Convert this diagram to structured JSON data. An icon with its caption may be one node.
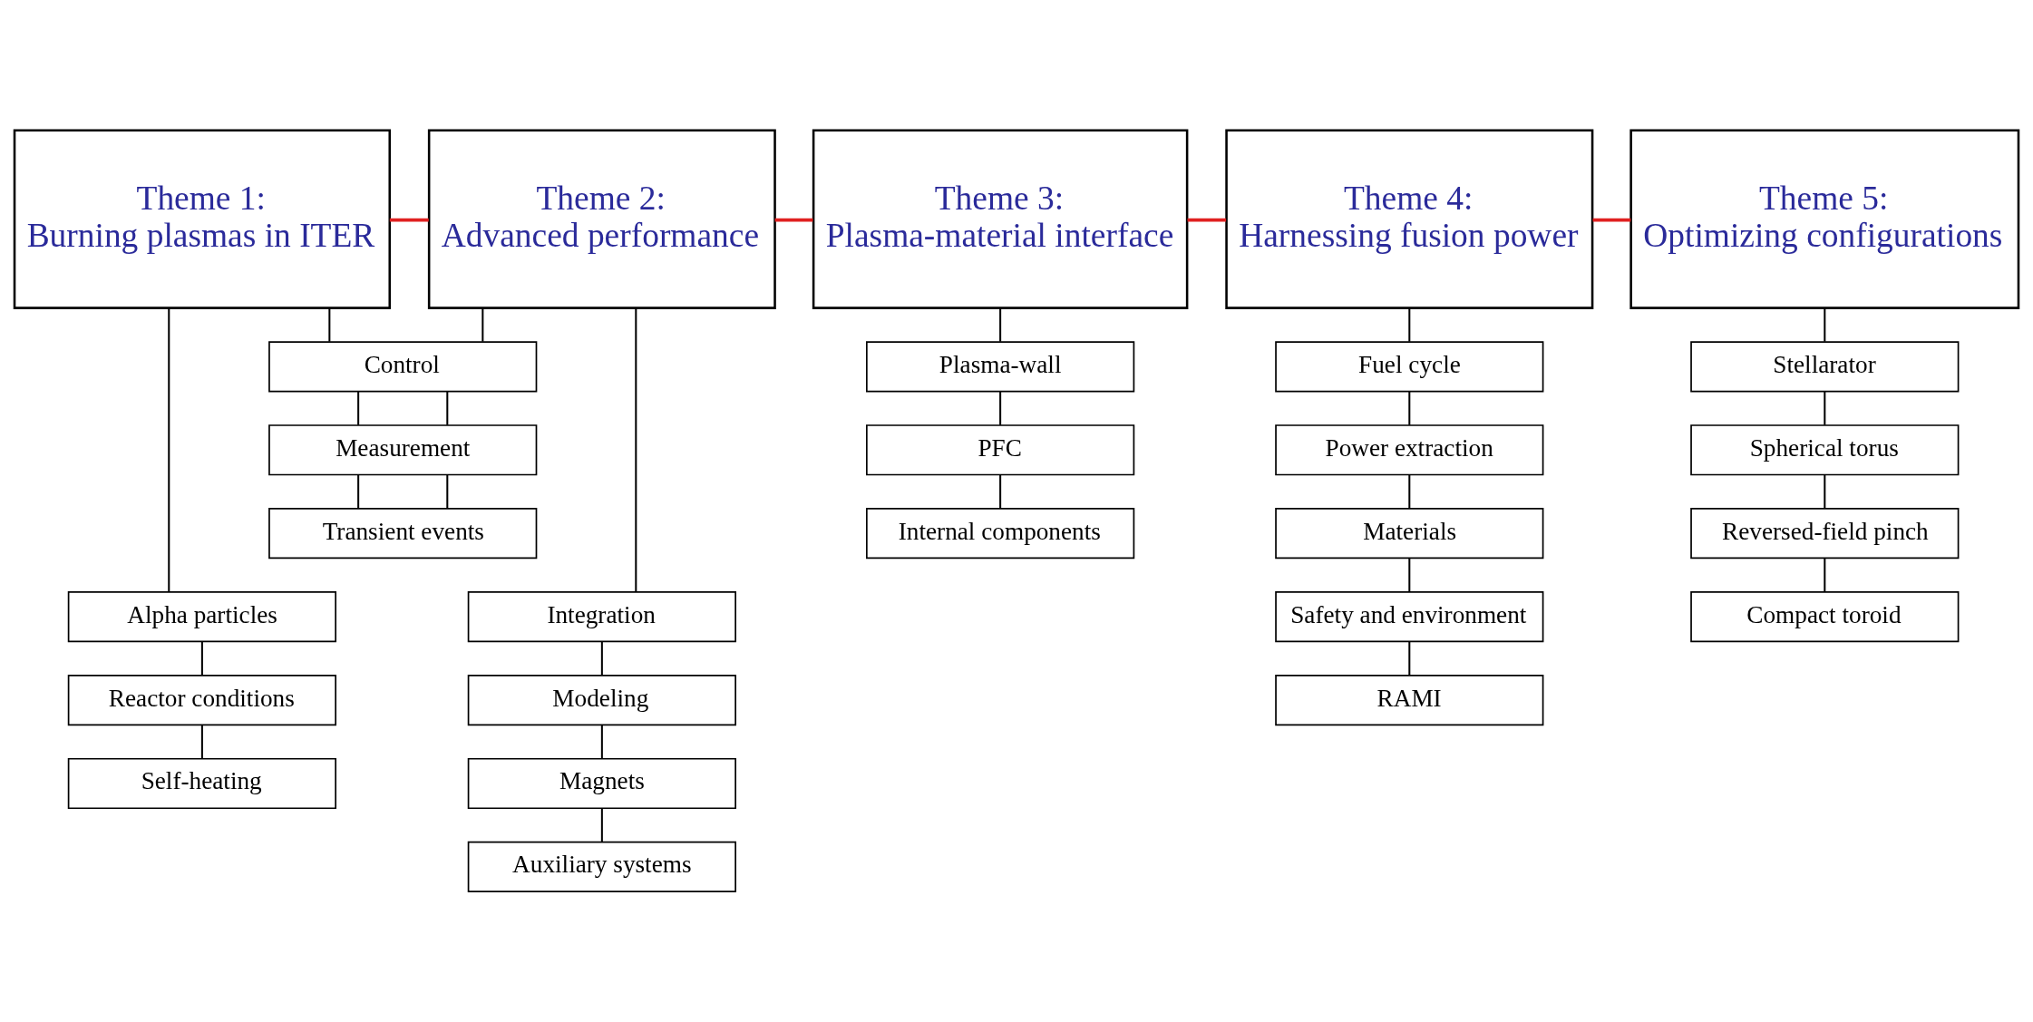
{
  "diagram": {
    "nodes": [
      {
        "text": [
          "Theme 1:",
          "Burning plasmas in ITER"
        ]
      },
      {
        "text": [
          "Theme 2:",
          "Advanced performance"
        ]
      },
      {
        "text": [
          "Theme 3:",
          "Plasma-material interface"
        ]
      },
      {
        "text": [
          "Theme 4:",
          "Harnessing fusion power"
        ]
      },
      {
        "text": [
          "Theme 5:",
          "Optimizing configurations"
        ]
      },
      {
        "text": [
          "Control"
        ]
      },
      {
        "text": [
          "Measurement"
        ]
      },
      {
        "text": [
          "Transient events"
        ]
      },
      {
        "text": [
          "Alpha particles"
        ]
      },
      {
        "text": [
          "Reactor conditions"
        ]
      },
      {
        "text": [
          "Self-heating"
        ]
      },
      {
        "text": [
          "Integration"
        ]
      },
      {
        "text": [
          "Modeling"
        ]
      },
      {
        "text": [
          "Magnets"
        ]
      },
      {
        "text": [
          "Auxiliary systems"
        ]
      },
      {
        "text": [
          "Plasma-wall"
        ]
      },
      {
        "text": [
          "PFC"
        ]
      },
      {
        "text": [
          "Internal components"
        ]
      },
      {
        "text": [
          "Fuel cycle"
        ]
      },
      {
        "text": [
          "Power extraction"
        ]
      },
      {
        "text": [
          "Materials"
        ]
      },
      {
        "text": [
          "Safety and environment"
        ]
      },
      {
        "text": [
          "RAMI"
        ]
      },
      {
        "text": [
          "Stellarator"
        ]
      },
      {
        "text": [
          "Spherical torus"
        ]
      },
      {
        "text": [
          "Reversed-field pinch"
        ]
      },
      {
        "text": [
          "Compact toroid"
        ]
      }
    ],
    "edges": [
      {
        "from": 0,
        "to": 1,
        "arrow": "none",
        "color": "#e02020"
      },
      {
        "from": 1,
        "to": 2,
        "arrow": "none",
        "color": "#e02020"
      },
      {
        "from": 2,
        "to": 3,
        "arrow": "none",
        "color": "#e02020"
      },
      {
        "from": 3,
        "to": 4,
        "arrow": "none",
        "color": "#e02020"
      },
      {
        "from": 0,
        "to": 5,
        "arrow": "none"
      },
      {
        "from": 1,
        "to": 5,
        "arrow": "none"
      },
      {
        "from": 5,
        "to": 6,
        "arrow": "none"
      },
      {
        "from": 5,
        "to": 6,
        "arrow": "none"
      },
      {
        "from": 6,
        "to": 7,
        "arrow": "none"
      },
      {
        "from": 6,
        "to": 7,
        "arrow": "none"
      },
      {
        "from": 0,
        "to": 8,
        "arrow": "none"
      },
      {
        "from": 8,
        "to": 9,
        "arrow": "none"
      },
      {
        "from": 9,
        "to": 10,
        "arrow": "none"
      },
      {
        "from": 1,
        "to": 11,
        "arrow": "none"
      },
      {
        "from": 11,
        "to": 12,
        "arrow": "none"
      },
      {
        "from": 12,
        "to": 13,
        "arrow": "none"
      },
      {
        "from": 13,
        "to": 14,
        "arrow": "none"
      },
      {
        "from": 2,
        "to": 15,
        "arrow": "none"
      },
      {
        "from": 15,
        "to": 16,
        "arrow": "none"
      },
      {
        "from": 16,
        "to": 17,
        "arrow": "none"
      },
      {
        "from": 3,
        "to": 18,
        "arrow": "none"
      },
      {
        "from": 18,
        "to": 19,
        "arrow": "none"
      },
      {
        "from": 19,
        "to": 20,
        "arrow": "none"
      },
      {
        "from": 20,
        "to": 21,
        "arrow": "none"
      },
      {
        "from": 21,
        "to": 22,
        "arrow": "none"
      },
      {
        "from": 4,
        "to": 23,
        "arrow": "none"
      },
      {
        "from": 23,
        "to": 24,
        "arrow": "none"
      },
      {
        "from": 24,
        "to": 25,
        "arrow": "none"
      },
      {
        "from": 25,
        "to": 26,
        "arrow": "none"
      }
    ]
  }
}
